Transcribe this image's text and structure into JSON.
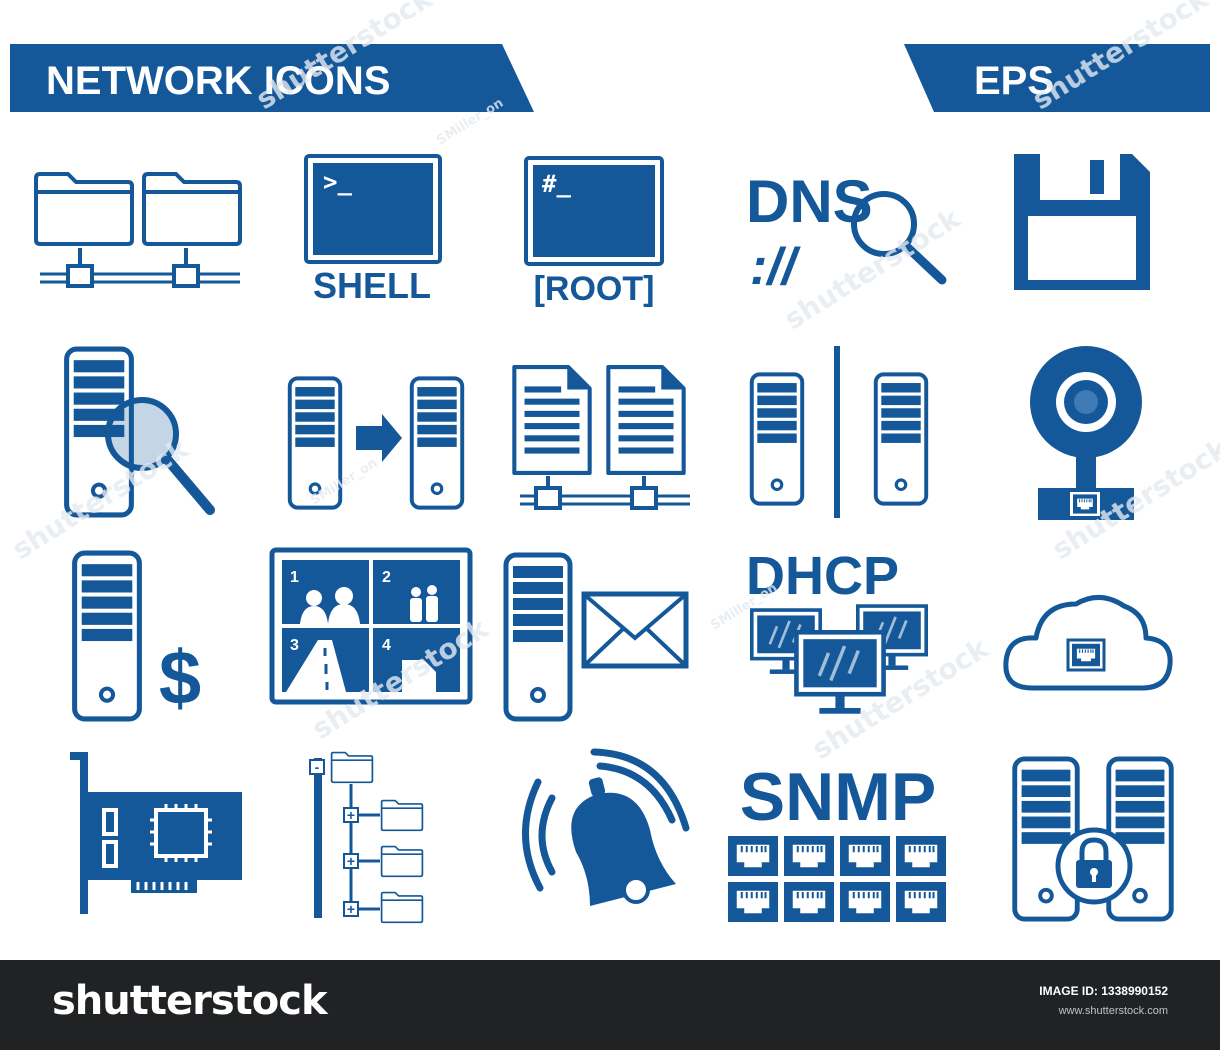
{
  "banner": {
    "title": "NETWORK ICONS",
    "format": "EPS"
  },
  "colors": {
    "primary": "#14589a",
    "footer_bg": "#202224",
    "background": "#ffffff"
  },
  "watermark": {
    "text": "shutterstock",
    "contributor": "SMiller_on"
  },
  "icons": [
    {
      "name": "network-folders-icon"
    },
    {
      "name": "shell-terminal-icon",
      "prompt": ">_",
      "label": "SHELL"
    },
    {
      "name": "root-terminal-icon",
      "prompt": "#_",
      "label": "[ROOT]"
    },
    {
      "name": "dns-search-icon",
      "label": "DNS",
      "sublabel": "://"
    },
    {
      "name": "floppy-disk-icon"
    },
    {
      "name": "server-search-icon"
    },
    {
      "name": "server-transfer-icon"
    },
    {
      "name": "network-documents-icon"
    },
    {
      "name": "separated-servers-icon"
    },
    {
      "name": "webcam-icon"
    },
    {
      "name": "server-cost-icon",
      "symbol": "$"
    },
    {
      "name": "cctv-monitor-icon",
      "quadrants": [
        "1",
        "2",
        "3",
        "4"
      ]
    },
    {
      "name": "mail-server-icon"
    },
    {
      "name": "dhcp-network-icon",
      "label": "DHCP"
    },
    {
      "name": "cloud-ethernet-icon"
    },
    {
      "name": "network-card-icon"
    },
    {
      "name": "folder-tree-icon",
      "collapse": "-",
      "expand": "+"
    },
    {
      "name": "alarm-bell-icon"
    },
    {
      "name": "snmp-ports-icon",
      "label": "SNMP"
    },
    {
      "name": "secure-servers-icon"
    }
  ],
  "footer": {
    "logo": "shutterstock",
    "image_id_label": "IMAGE ID:",
    "image_id": "1338990152",
    "url": "www.shutterstock.com"
  }
}
